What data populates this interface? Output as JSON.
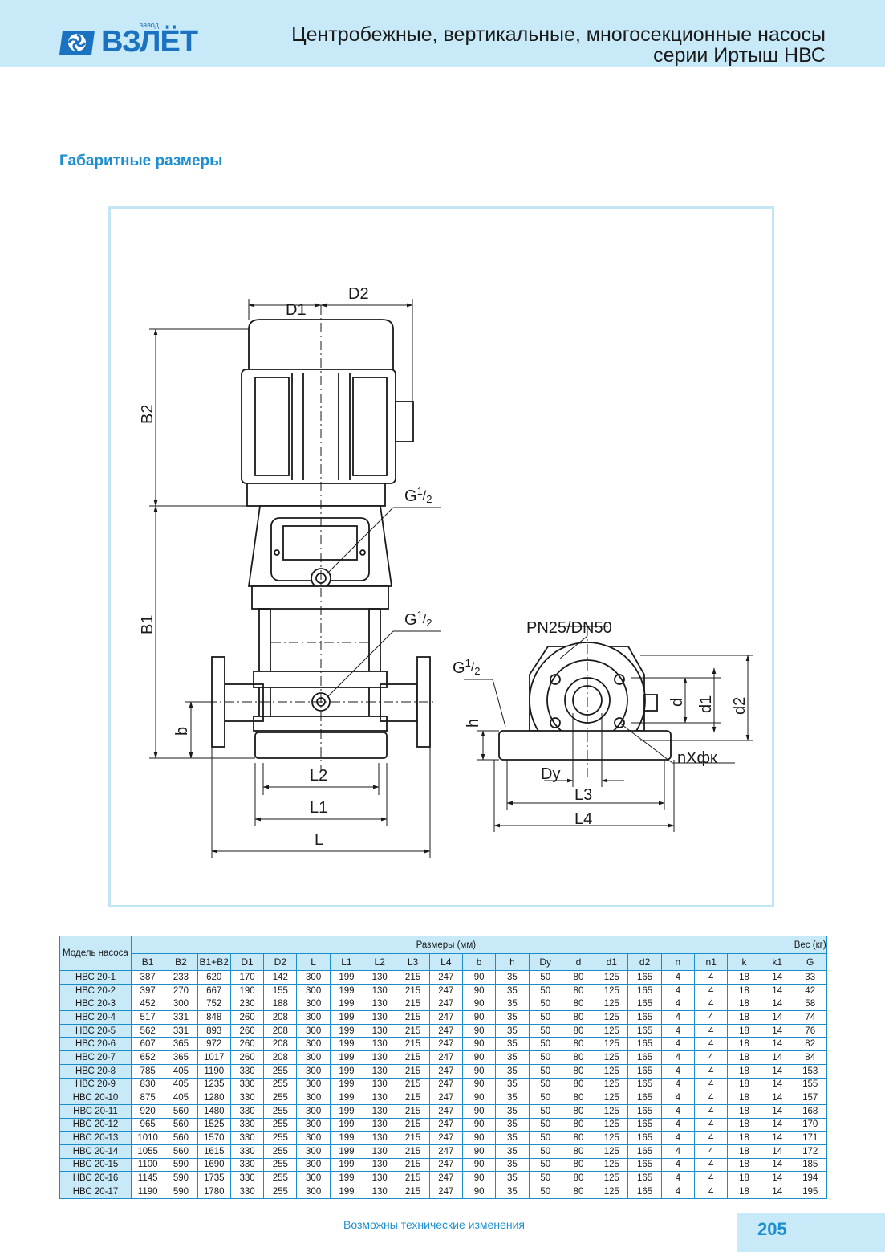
{
  "header": {
    "logo_small": "завод",
    "logo_word": "ВЗЛЁТ",
    "title_line1": "Центробежные, вертикальные, многосекционные насосы",
    "title_line2": "серии Иртыш НВС",
    "background": "#c7e9f8",
    "brand_color": "#1b72c0"
  },
  "section_title": "Габаритные размеры",
  "drawing": {
    "labels": {
      "D1": "D1",
      "D2": "D2",
      "B1": "B1",
      "B2": "B2",
      "b": "b",
      "L": "L",
      "L1": "L1",
      "L2": "L2",
      "L3": "L3",
      "L4": "L4",
      "G": "G",
      "G_sup": "1",
      "G_sub": "2",
      "flange": "PN25/DN50",
      "h": "h",
      "Dy": "Dy",
      "d": "d",
      "d1": "d1",
      "d2": "d2",
      "nXfk": "nXфк"
    }
  },
  "table": {
    "model_header": "Модель насоса",
    "group_header": "Размеры (мм)",
    "weight_header": "Вес (кг)",
    "columns": [
      "B1",
      "B2",
      "B1+B2",
      "D1",
      "D2",
      "L",
      "L1",
      "L2",
      "L3",
      "L4",
      "b",
      "h",
      "Dy",
      "d",
      "d1",
      "d2",
      "n",
      "n1",
      "k",
      "k1",
      "G"
    ],
    "rows": [
      [
        "НВС 20-1",
        "387",
        "233",
        "620",
        "170",
        "142",
        "300",
        "199",
        "130",
        "215",
        "247",
        "90",
        "35",
        "50",
        "80",
        "125",
        "165",
        "4",
        "4",
        "18",
        "14",
        "33"
      ],
      [
        "НВС 20-2",
        "397",
        "270",
        "667",
        "190",
        "155",
        "300",
        "199",
        "130",
        "215",
        "247",
        "90",
        "35",
        "50",
        "80",
        "125",
        "165",
        "4",
        "4",
        "18",
        "14",
        "42"
      ],
      [
        "НВС 20-3",
        "452",
        "300",
        "752",
        "230",
        "188",
        "300",
        "199",
        "130",
        "215",
        "247",
        "90",
        "35",
        "50",
        "80",
        "125",
        "165",
        "4",
        "4",
        "18",
        "14",
        "58"
      ],
      [
        "НВС 20-4",
        "517",
        "331",
        "848",
        "260",
        "208",
        "300",
        "199",
        "130",
        "215",
        "247",
        "90",
        "35",
        "50",
        "80",
        "125",
        "165",
        "4",
        "4",
        "18",
        "14",
        "74"
      ],
      [
        "НВС 20-5",
        "562",
        "331",
        "893",
        "260",
        "208",
        "300",
        "199",
        "130",
        "215",
        "247",
        "90",
        "35",
        "50",
        "80",
        "125",
        "165",
        "4",
        "4",
        "18",
        "14",
        "76"
      ],
      [
        "НВС 20-6",
        "607",
        "365",
        "972",
        "260",
        "208",
        "300",
        "199",
        "130",
        "215",
        "247",
        "90",
        "35",
        "50",
        "80",
        "125",
        "165",
        "4",
        "4",
        "18",
        "14",
        "82"
      ],
      [
        "НВС 20-7",
        "652",
        "365",
        "1017",
        "260",
        "208",
        "300",
        "199",
        "130",
        "215",
        "247",
        "90",
        "35",
        "50",
        "80",
        "125",
        "165",
        "4",
        "4",
        "18",
        "14",
        "84"
      ],
      [
        "НВС 20-8",
        "785",
        "405",
        "1190",
        "330",
        "255",
        "300",
        "199",
        "130",
        "215",
        "247",
        "90",
        "35",
        "50",
        "80",
        "125",
        "165",
        "4",
        "4",
        "18",
        "14",
        "153"
      ],
      [
        "НВС 20-9",
        "830",
        "405",
        "1235",
        "330",
        "255",
        "300",
        "199",
        "130",
        "215",
        "247",
        "90",
        "35",
        "50",
        "80",
        "125",
        "165",
        "4",
        "4",
        "18",
        "14",
        "155"
      ],
      [
        "НВС 20-10",
        "875",
        "405",
        "1280",
        "330",
        "255",
        "300",
        "199",
        "130",
        "215",
        "247",
        "90",
        "35",
        "50",
        "80",
        "125",
        "165",
        "4",
        "4",
        "18",
        "14",
        "157"
      ],
      [
        "НВС 20-11",
        "920",
        "560",
        "1480",
        "330",
        "255",
        "300",
        "199",
        "130",
        "215",
        "247",
        "90",
        "35",
        "50",
        "80",
        "125",
        "165",
        "4",
        "4",
        "18",
        "14",
        "168"
      ],
      [
        "НВС 20-12",
        "965",
        "560",
        "1525",
        "330",
        "255",
        "300",
        "199",
        "130",
        "215",
        "247",
        "90",
        "35",
        "50",
        "80",
        "125",
        "165",
        "4",
        "4",
        "18",
        "14",
        "170"
      ],
      [
        "НВС 20-13",
        "1010",
        "560",
        "1570",
        "330",
        "255",
        "300",
        "199",
        "130",
        "215",
        "247",
        "90",
        "35",
        "50",
        "80",
        "125",
        "165",
        "4",
        "4",
        "18",
        "14",
        "171"
      ],
      [
        "НВС 20-14",
        "1055",
        "560",
        "1615",
        "330",
        "255",
        "300",
        "199",
        "130",
        "215",
        "247",
        "90",
        "35",
        "50",
        "80",
        "125",
        "165",
        "4",
        "4",
        "18",
        "14",
        "172"
      ],
      [
        "НВС 20-15",
        "1100",
        "590",
        "1690",
        "330",
        "255",
        "300",
        "199",
        "130",
        "215",
        "247",
        "90",
        "35",
        "50",
        "80",
        "125",
        "165",
        "4",
        "4",
        "18",
        "14",
        "185"
      ],
      [
        "НВС 20-16",
        "1145",
        "590",
        "1735",
        "330",
        "255",
        "300",
        "199",
        "130",
        "215",
        "247",
        "90",
        "35",
        "50",
        "80",
        "125",
        "165",
        "4",
        "4",
        "18",
        "14",
        "194"
      ],
      [
        "НВС 20-17",
        "1190",
        "590",
        "1780",
        "330",
        "255",
        "300",
        "199",
        "130",
        "215",
        "247",
        "90",
        "35",
        "50",
        "80",
        "125",
        "165",
        "4",
        "4",
        "18",
        "14",
        "195"
      ]
    ]
  },
  "footer": {
    "note": "Возможны технические изменения",
    "page_number": "205"
  }
}
